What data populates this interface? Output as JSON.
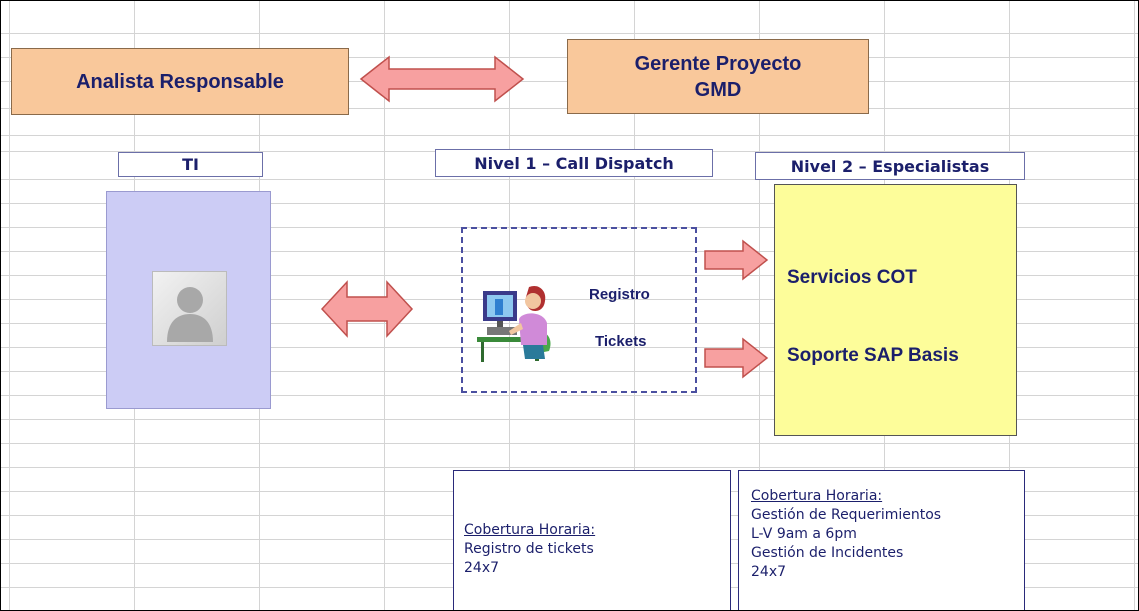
{
  "top": {
    "left_box": "Analista Responsable",
    "right_box_line1": "Gerente Proyecto",
    "right_box_line2": "GMD"
  },
  "columns": {
    "ti": "TI",
    "nivel1": "Nivel 1 – Call Dispatch",
    "nivel2": "Nivel 2 – Especialistas"
  },
  "dispatch": {
    "line1": "Registro",
    "line2": "Tickets"
  },
  "especialistas": {
    "item1": "Servicios COT",
    "item2": "Soporte SAP Basis"
  },
  "coverage1": {
    "title": "Cobertura Horaria:",
    "line1": "Registro de tickets",
    "line2": "24x7"
  },
  "coverage2": {
    "title": "Cobertura Horaria:",
    "line1": "Gestión de Requerimientos",
    "line2": "L-V 9am a 6pm",
    "line3": "Gestión de Incidentes",
    "line4": "24x7"
  },
  "colors": {
    "orange_box": "#f9c89b",
    "ti_box": "#ccccf5",
    "yellow_box": "#fdfd9a",
    "arrow_fill": "#f7a0a0",
    "text_navy": "#1b1f6b"
  }
}
